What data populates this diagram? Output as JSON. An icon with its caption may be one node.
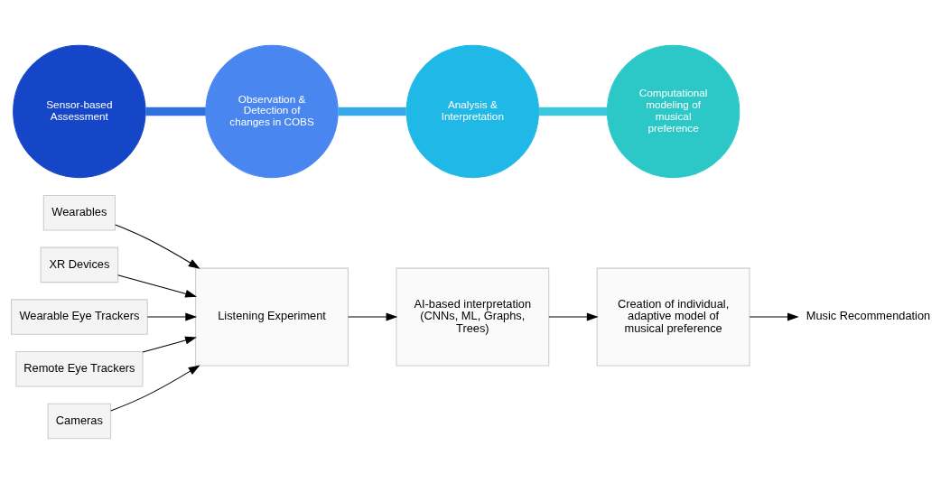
{
  "diagram": {
    "nodes": [
      {
        "text": [
          "Wearables"
        ]
      },
      {
        "text": [
          "XR Devices"
        ]
      },
      {
        "text": [
          "Wearable Eye Trackers"
        ]
      },
      {
        "text": [
          "Remote Eye Trackers"
        ]
      },
      {
        "text": [
          "Cameras"
        ]
      },
      {
        "text": [
          "Listening Experiment"
        ]
      },
      {
        "text": [
          "AI-based interpretation (CNNs, ML, Graphs, Trees)"
        ]
      },
      {
        "text": [
          "Creation of individual, adaptive model of musical preference"
        ]
      },
      {
        "text": [
          "Music Recommendation"
        ]
      },
      {
        "text": [
          "Sensor-based Assessment"
        ]
      },
      {
        "text": [
          "Observation & Detection of changes in COBS"
        ]
      },
      {
        "text": [
          "Analysis & Interpretation"
        ]
      },
      {
        "text": [
          "Computational modeling of musical preference"
        ]
      }
    ],
    "edges": [
      {
        "from": 0,
        "to": 5,
        "arrow": "to"
      },
      {
        "from": 1,
        "to": 5,
        "arrow": "to"
      },
      {
        "from": 2,
        "to": 5,
        "arrow": "to"
      },
      {
        "from": 3,
        "to": 5,
        "arrow": "to"
      },
      {
        "from": 4,
        "to": 5,
        "arrow": "to"
      },
      {
        "from": 5,
        "to": 6,
        "arrow": "to"
      },
      {
        "from": 6,
        "to": 7,
        "arrow": "to"
      },
      {
        "from": 7,
        "to": 8,
        "arrow": "to"
      },
      {
        "from": 9,
        "to": 10,
        "arrow": "none",
        "style": "thick",
        "color": "#2f6fe0"
      },
      {
        "from": 10,
        "to": 11,
        "arrow": "none",
        "style": "thick",
        "color": "#35a8ea"
      },
      {
        "from": 11,
        "to": 12,
        "arrow": "none",
        "style": "thick",
        "color": "#3cc8dc"
      }
    ]
  }
}
